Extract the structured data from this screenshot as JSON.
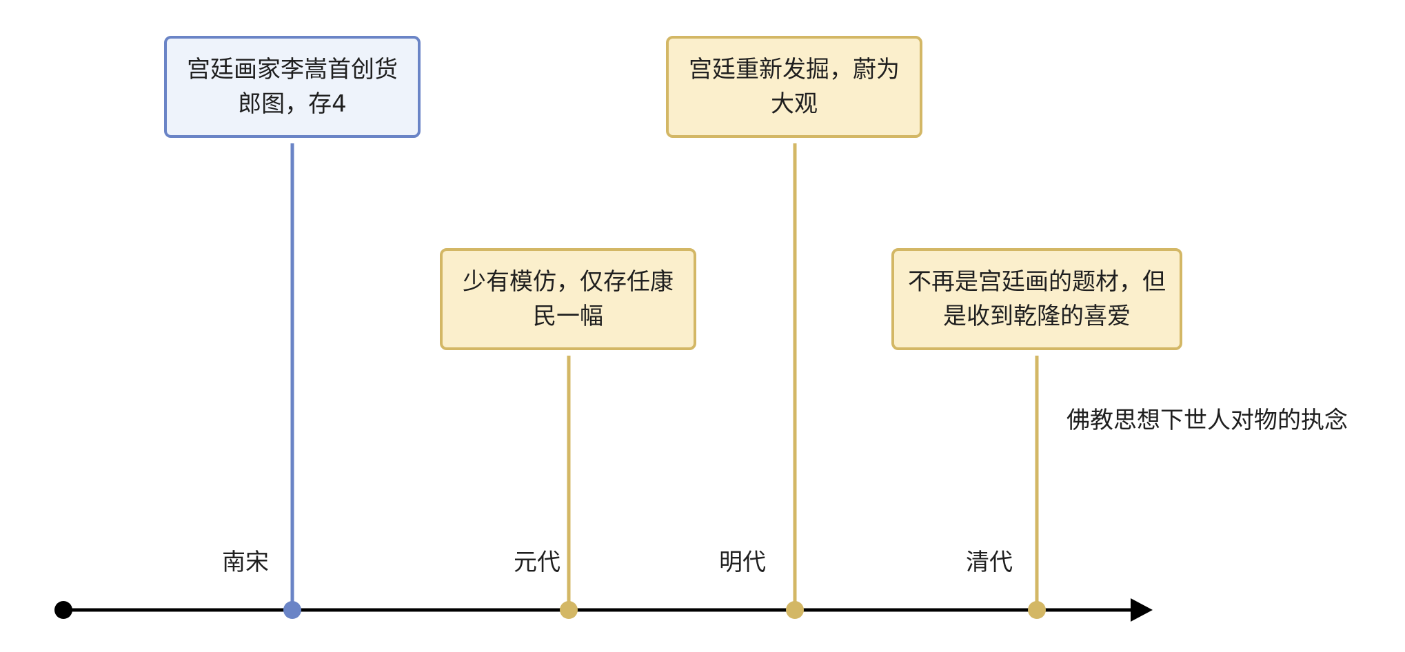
{
  "events": [
    {
      "era": "南宋",
      "text": "宫廷画家李嵩首创货郎图，存4",
      "color": "#6a84c6",
      "fill": "#eef3fb"
    },
    {
      "era": "元代",
      "text": "少有模仿，仅存任康民一幅",
      "color": "#d3b765",
      "fill": "#fbefcc"
    },
    {
      "era": "明代",
      "text": "宫廷重新发掘，蔚为大观",
      "color": "#d3b765",
      "fill": "#fbefcc"
    },
    {
      "era": "清代",
      "text": "不再是宫廷画的题材，但是收到乾隆的喜爱",
      "color": "#d3b765",
      "fill": "#fbefcc"
    }
  ],
  "side_note": "佛教思想下世人对物的执念",
  "axis_color": "#000000"
}
